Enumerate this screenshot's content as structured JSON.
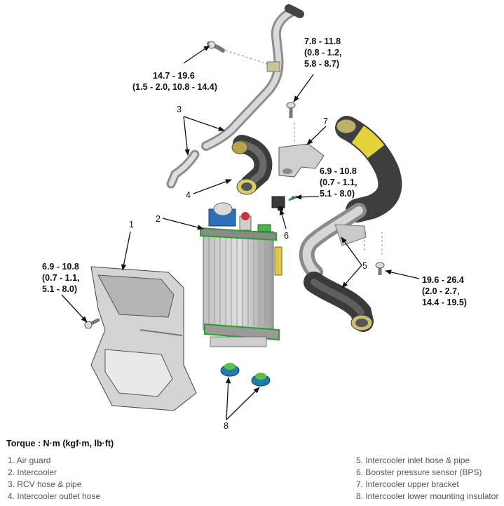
{
  "callouts": {
    "n1": "1",
    "n2": "2",
    "n3": "3",
    "n4": "4",
    "n5": "5",
    "n6": "6",
    "n7": "7",
    "n8": "8"
  },
  "torque_specs": {
    "rcv_bolt": [
      "14.7 - 19.6",
      "(1.5 - 2.0, 10.8 - 14.4)"
    ],
    "bracket_bolt": [
      "7.8 - 11.8",
      "(0.8 - 1.2,",
      "5.8 - 8.7)"
    ],
    "sensor_bolt": [
      "6.9 - 10.8",
      "(0.7 - 1.1,",
      "5.1 - 8.0)"
    ],
    "air_guard_bolt": [
      "6.9 - 10.8",
      "(0.7 - 1.1,",
      "5.1 - 8.0)"
    ],
    "inlet_pipe_bolt": [
      "19.6 - 26.4",
      "(2.0 - 2.7,",
      "14.4 - 19.5)"
    ]
  },
  "torque_title": "Torque : N·m (kgf·m, lb·ft)",
  "legend_left": [
    "1. Air guard",
    "2. Intercooler",
    "3. RCV hose & pipe",
    "4. Intercooler outlet hose"
  ],
  "legend_right": [
    "5. Intercooler inlet hose & pipe",
    "6. Booster pressure sensor (BPS)",
    "7. Intercooler upper bracket",
    "8. Intercooler lower mounting insulator"
  ]
}
